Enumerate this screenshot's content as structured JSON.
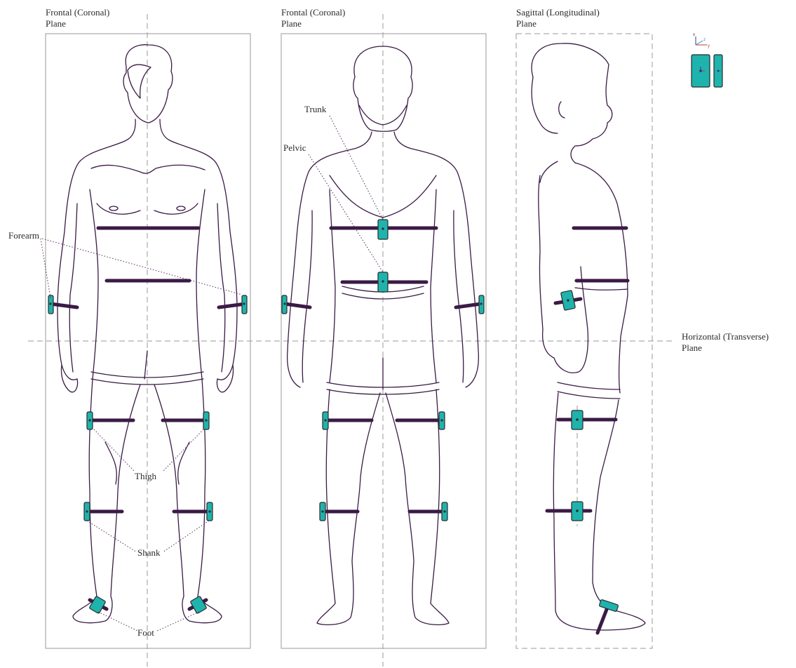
{
  "planes": {
    "frontal_1": [
      "Frontal (Coronal)",
      "Plane"
    ],
    "frontal_2": [
      "Frontal (Coronal)",
      "Plane"
    ],
    "sagittal": [
      "Sagittal (Longitudinal)",
      "Plane"
    ],
    "horizontal": [
      "Horizontal (Transverse)",
      "Plane"
    ]
  },
  "segments": {
    "forearm": "Forearm",
    "thigh": "Thigh",
    "shank": "Shank",
    "foot": "Foot",
    "trunk": "Trunk",
    "pelvic": "Pelvic"
  },
  "axes_legend": {
    "x": "x",
    "y": "y",
    "z": "z"
  },
  "colors": {
    "sensor": "#1fb3ad",
    "strap": "#3b1a45",
    "outline": "#3b1a45",
    "guide": "#9a9a9a"
  }
}
